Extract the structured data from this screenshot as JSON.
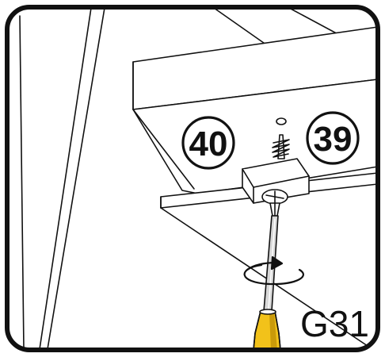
{
  "labels": {
    "part_left": "40",
    "part_right": "39",
    "step_code": "G31"
  },
  "colors": {
    "ink": "#111111",
    "paper": "#ffffff",
    "handle_yellow": "#f2c21a",
    "handle_shade": "#c99a0a",
    "shaft_gray": "#bdbdbd"
  },
  "icons": {
    "rotation": "clockwise-rotation-arrow-icon",
    "screwdriver": "screwdriver-icon",
    "screw": "wood-screw-icon"
  }
}
